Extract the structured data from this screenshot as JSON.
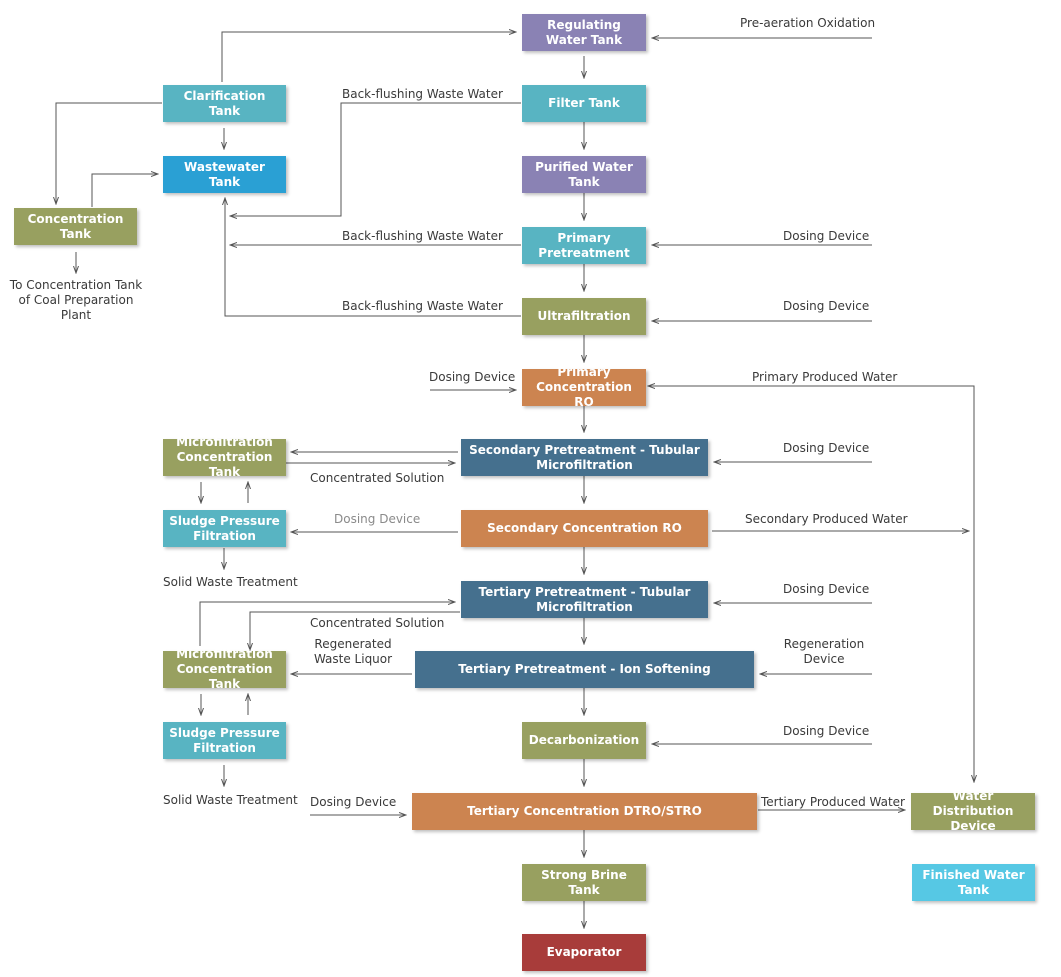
{
  "colors": {
    "purple": "#8a82b4",
    "teal": "#58b4c2",
    "blue": "#2aa0d4",
    "olive": "#98a060",
    "orange": "#cc8450",
    "navy": "#45708e",
    "maroon": "#a83c3a",
    "cyan": "#56c8e4",
    "arrow": "#555555"
  },
  "boxes": {
    "regulating_water_tank": "Regulating Water Tank",
    "filter_tank": "Filter Tank",
    "purified_water_tank": "Purified Water Tank",
    "primary_pretreatment": "Primary Pretreatment",
    "ultrafiltration": "Ultrafiltration",
    "primary_concentration_ro": "Primary Concentration RO",
    "secondary_pretreatment": "Secondary Pretreatment - Tubular Microfiltration",
    "secondary_concentration_ro": "Secondary Concentration RO",
    "tertiary_pretreatment_tubular": "Tertiary Pretreatment - Tubular Microfiltration",
    "tertiary_pretreatment_ion": "Tertiary Pretreatment - Ion Softening",
    "decarbonization": "Decarbonization",
    "tertiary_concentration": "Tertiary Concentration DTRO/STRO",
    "strong_brine_tank": "Strong Brine Tank",
    "evaporator": "Evaporator",
    "clarification_tank": "Clarification Tank",
    "wastewater_tank": "Wastewater Tank",
    "concentration_tank": "Concentration Tank",
    "microfiltration_tank_1": "Microfiltration Concentration Tank",
    "sludge_filtration_1": "Sludge Pressure Filtration",
    "microfiltration_tank_2": "Microfiltration Concentration Tank",
    "sludge_filtration_2": "Sludge Pressure Filtration",
    "water_distribution_device": "Water Distribution Device",
    "finished_water_tank": "Finished Water Tank"
  },
  "labels": {
    "pre_aeration_oxidation": "Pre-aeration Oxidation",
    "back_flushing_1": "Back-flushing Waste Water",
    "back_flushing_2": "Back-flushing Waste Water",
    "back_flushing_3": "Back-flushing Waste Water",
    "dosing_device_1": "Dosing Device",
    "dosing_device_2": "Dosing Device",
    "dosing_device_3": "Dosing Device",
    "dosing_device_4": "Dosing Device",
    "dosing_device_5": "Dosing Device",
    "dosing_device_6": "Dosing Device",
    "dosing_device_7": "Dosing Device",
    "dosing_device_8": "Dosing Device",
    "to_concentration_tank": "To Concentration Tank of Coal Preparation Plant",
    "primary_produced_water": "Primary Produced Water",
    "secondary_produced_water": "Secondary Produced Water",
    "tertiary_produced_water": "Tertiary Produced Water",
    "concentrated_solution_1": "Concentrated Solution",
    "concentrated_solution_2": "Concentrated Solution",
    "solid_waste_treatment_1": "Solid Waste Treatment",
    "solid_waste_treatment_2": "Solid Waste Treatment",
    "regenerated_waste_liquor": "Regenerated Waste Liquor",
    "regeneration_device": "Regeneration Device"
  }
}
